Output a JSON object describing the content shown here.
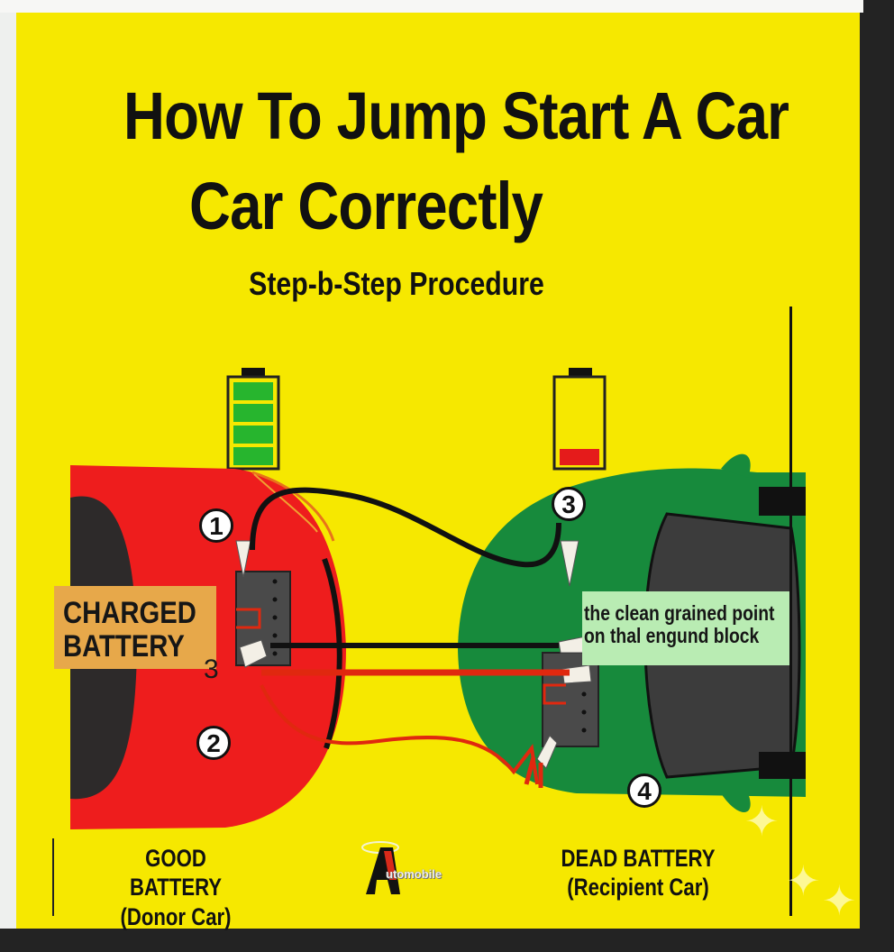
{
  "poster": {
    "title_line1": "How To Jump Start A Car",
    "title_line2": "Car Correctly",
    "subtitle": "Step-b-Step Procedure",
    "background_color": "#f6e800"
  },
  "batteries": {
    "good": {
      "icon": "battery-full-icon",
      "level_bars": 4,
      "color": "#22b22a"
    },
    "dead": {
      "icon": "battery-low-icon",
      "level_bars": 1,
      "color": "#e31b1b"
    }
  },
  "cars": {
    "donor": {
      "color": "#ee1c1c",
      "label_line1": "GOOD BATTERY",
      "label_line2": "(Donor Car)"
    },
    "recipient": {
      "color": "#178a3c",
      "label_line1": "DEAD BATTERY",
      "label_line2": "(Recipient Car)"
    }
  },
  "labels": {
    "charged_line1": "CHARGED",
    "charged_line2": "BATTERY",
    "stray_number": "3",
    "ground_note_line1": "the clean grained point",
    "ground_note_line2": "on thal engund block"
  },
  "steps": [
    {
      "number": "1"
    },
    {
      "number": "2"
    },
    {
      "number": "3"
    },
    {
      "number": "4"
    }
  ],
  "cables": {
    "positive_color": "#e0280f",
    "negative_color": "#111111"
  },
  "logo": {
    "letter": "A",
    "text": "utomobile"
  },
  "decor": {
    "sparkle": "✦"
  }
}
